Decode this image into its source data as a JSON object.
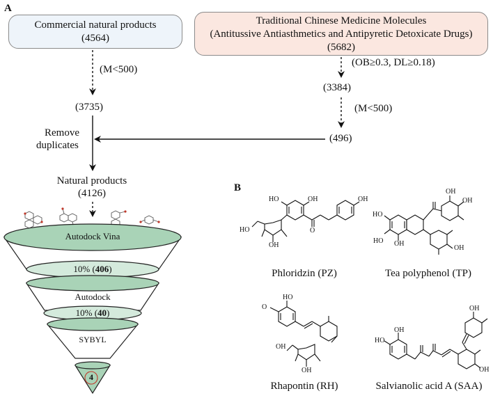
{
  "panel_a": "A",
  "panel_b": "B",
  "commercial": {
    "title": "Commercial natural products",
    "count": "(4564)"
  },
  "tcm": {
    "line1": "Traditional Chinese Medicine Molecules",
    "line2": "(Antitussive Antiasthmetics and Antipyretic Detoxicate Drugs)",
    "count": "(5682)"
  },
  "filters": {
    "commercial_mw": "(M<500)",
    "tcm_ob_dl": "(OB≥0.3, DL≥0.18)",
    "tcm_mw": "(M<500)"
  },
  "counts": {
    "commercial_filtered": "(3735)",
    "tcm_filtered_1": "(3384)",
    "tcm_filtered_2": "(496)"
  },
  "merge": {
    "line1": "Remove",
    "line2": "duplicates"
  },
  "natural": {
    "title": "Natural products",
    "count": "(4126)"
  },
  "funnel": {
    "stage1": "Autodock Vina",
    "stage1_pct": "10% (",
    "stage1_num": "406",
    "stage1_close": ")",
    "stage2": "Autodock",
    "stage2_pct": "10% (",
    "stage2_num": "40",
    "stage2_close": ")",
    "stage3": "SYBYL",
    "final": "4"
  },
  "molecules": {
    "pz": "Phloridzin (PZ)",
    "tp": "Tea polyphenol (TP)",
    "rh": "Rhapontin (RH)",
    "saa": "Salvianolic acid A (SAA)"
  },
  "atoms": {
    "oh": "OH",
    "ho": "HO",
    "o": "O"
  },
  "colors": {
    "commercial_fill": "#eef4fa",
    "tcm_fill": "#fbe7e0",
    "funnel_green": "#a9d3b7",
    "final_circle": "#c0392b"
  }
}
